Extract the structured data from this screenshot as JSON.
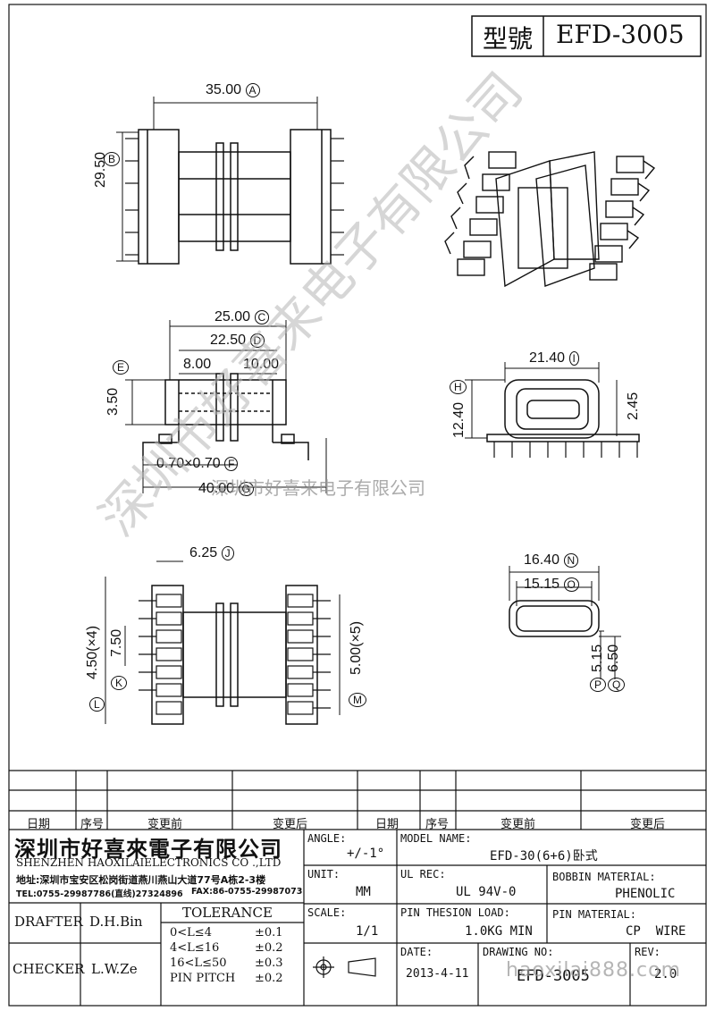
{
  "title_block": {
    "model_label": "型號",
    "model": "EFD-3005"
  },
  "dims": {
    "A": "35.00",
    "B": "29.50",
    "C": "25.00",
    "D": "22.50",
    "w1": "8.00",
    "w2": "10.00",
    "E": "3.50",
    "F": "0.70×0.70",
    "G": "40.00",
    "I": "21.40",
    "H": "12.40",
    "h2": "2.45",
    "J": "6.25",
    "K": "7.50",
    "L": "4.50(×4)",
    "M": "5.00(×5)",
    "N": "16.40",
    "O": "15.15",
    "P": "5.15",
    "Q": "6.50"
  },
  "markers": [
    "A",
    "B",
    "C",
    "D",
    "E",
    "F",
    "G",
    "H",
    "I",
    "J",
    "K",
    "L",
    "M",
    "N",
    "O",
    "P",
    "Q"
  ],
  "revision_header": {
    "left": [
      "日期",
      "序号",
      "变更前",
      "变更后"
    ],
    "right": [
      "日期",
      "序号",
      "变更前",
      "变更后"
    ]
  },
  "company": {
    "name_cn": "深圳市好喜來電子有限公司",
    "name_en": "SHENZHEN HAOXILAIELECTRONICS CO .,LTD",
    "address": "地址:深圳市宝安区松岗街道燕川燕山大道77号A栋2-3楼",
    "tel": "TEL:0755-29987786(直线)27324896",
    "fax": "FAX:86-0755-29987073"
  },
  "people": {
    "drafter_label": "DRAFTER",
    "drafter": "D.H.Bin",
    "checker_label": "CHECKER",
    "checker": "L.W.Ze"
  },
  "tolerance": {
    "title": "TOLERANCE",
    "rows": [
      {
        "range": "0<L≤4",
        "tol": "±0.1"
      },
      {
        "range": "4<L≤16",
        "tol": "±0.2"
      },
      {
        "range": "16<L≤50",
        "tol": "±0.3"
      },
      {
        "range": "PIN PITCH",
        "tol": "±0.2"
      }
    ]
  },
  "fields": {
    "angle_label": "ANGLE:",
    "angle": "+/-1°",
    "model_name_label": "MODEL NAME:",
    "model_name": "EFD-30(6+6)卧式",
    "unit_label": "UNIT:",
    "unit": "MM",
    "ul_rec_label": "UL REC:",
    "ul_rec": "UL 94V-0",
    "bobbin_label": "BOBBIN MATERIAL:",
    "bobbin": "PHENOLIC",
    "scale_label": "SCALE:",
    "scale": "1/1",
    "pin_load_label": "PIN THESION LOAD:",
    "pin_load": "1.0KG MIN",
    "pin_mat_label": "PIN MATERIAL:",
    "pin_mat": "CP  WIRE",
    "date_label": "DATE:",
    "date": "2013-4-11",
    "drawing_no_label": "DRAWING NO:",
    "drawing_no": "EFD-3005",
    "rev_label": "REV:",
    "rev": "2.0"
  },
  "watermarks": {
    "diagonal": "深圳市好喜来电子有限公司",
    "center": "深圳市好喜来电子有限公司",
    "url": "haoxilai888.com"
  }
}
